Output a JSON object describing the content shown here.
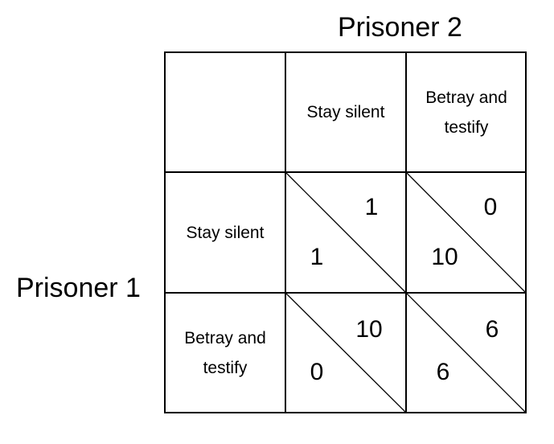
{
  "players": {
    "column": "Prisoner 2",
    "row": "Prisoner 1"
  },
  "strategies": {
    "column": [
      "Stay silent",
      "Betray and testify"
    ],
    "row": [
      "Stay silent",
      "Betray and testify"
    ]
  },
  "payoffs": [
    [
      {
        "prisoner1": "1",
        "prisoner2": "1"
      },
      {
        "prisoner1": "10",
        "prisoner2": "0"
      }
    ],
    [
      {
        "prisoner1": "0",
        "prisoner2": "10"
      },
      {
        "prisoner1": "6",
        "prisoner2": "6"
      }
    ]
  ]
}
